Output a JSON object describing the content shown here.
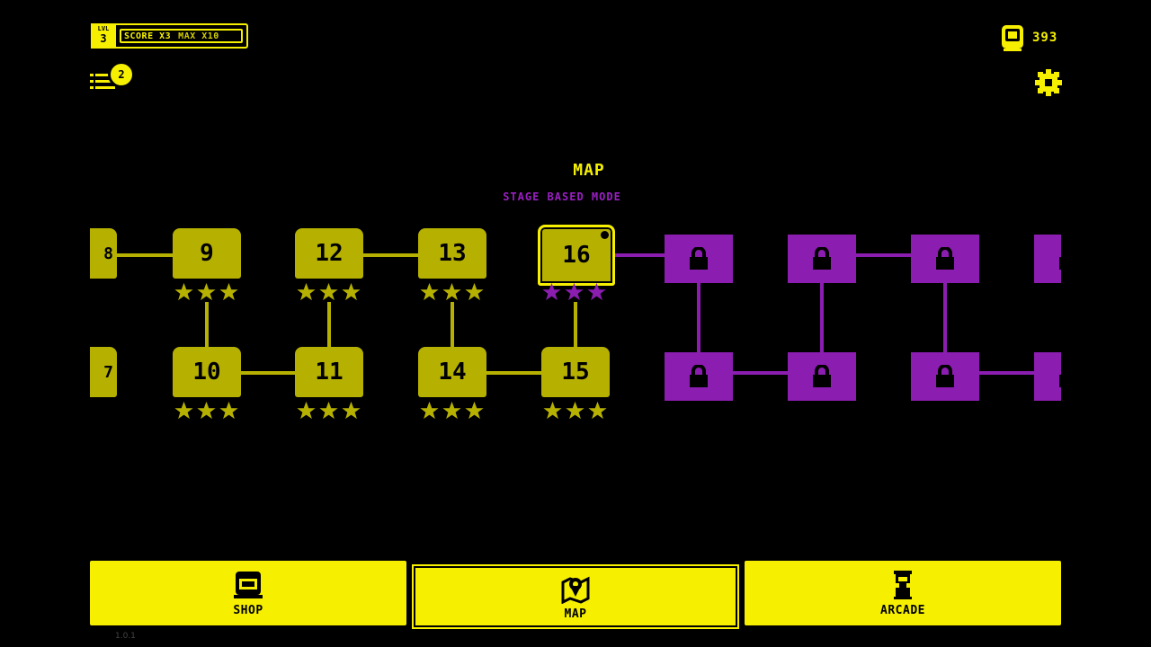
{
  "hud": {
    "level_label": "LVL",
    "level_value": "3",
    "score_text": "SCORE X3",
    "score_multiplier": "MAX X10",
    "notification_count": "2",
    "coin_count": "393"
  },
  "header": {
    "title": "MAP",
    "subtitle": "STAGE BASED MODE"
  },
  "map": {
    "partial_left_top": "8",
    "partial_left_bottom": "7",
    "unlocked_top": [
      "9",
      "12",
      "13",
      "16"
    ],
    "unlocked_bottom": [
      "10",
      "11",
      "14",
      "15"
    ],
    "current_stage": "16",
    "locked_top_count": 4,
    "locked_bottom_count": 4
  },
  "nav": {
    "shop_label": "SHOP",
    "map_label": "MAP",
    "arcade_label": "ARCADE"
  },
  "version": "1.0.1",
  "colors": {
    "accent": "#f6f000",
    "node": "#b6b100",
    "locked": "#8b1db0",
    "subtitle": "#9a1fc2",
    "background": "#000000"
  },
  "icons": [
    "menu-icon",
    "coin-icon",
    "gear-icon",
    "lock-icon",
    "star-icon",
    "shop-icon",
    "map-pin-icon",
    "arcade-icon"
  ]
}
